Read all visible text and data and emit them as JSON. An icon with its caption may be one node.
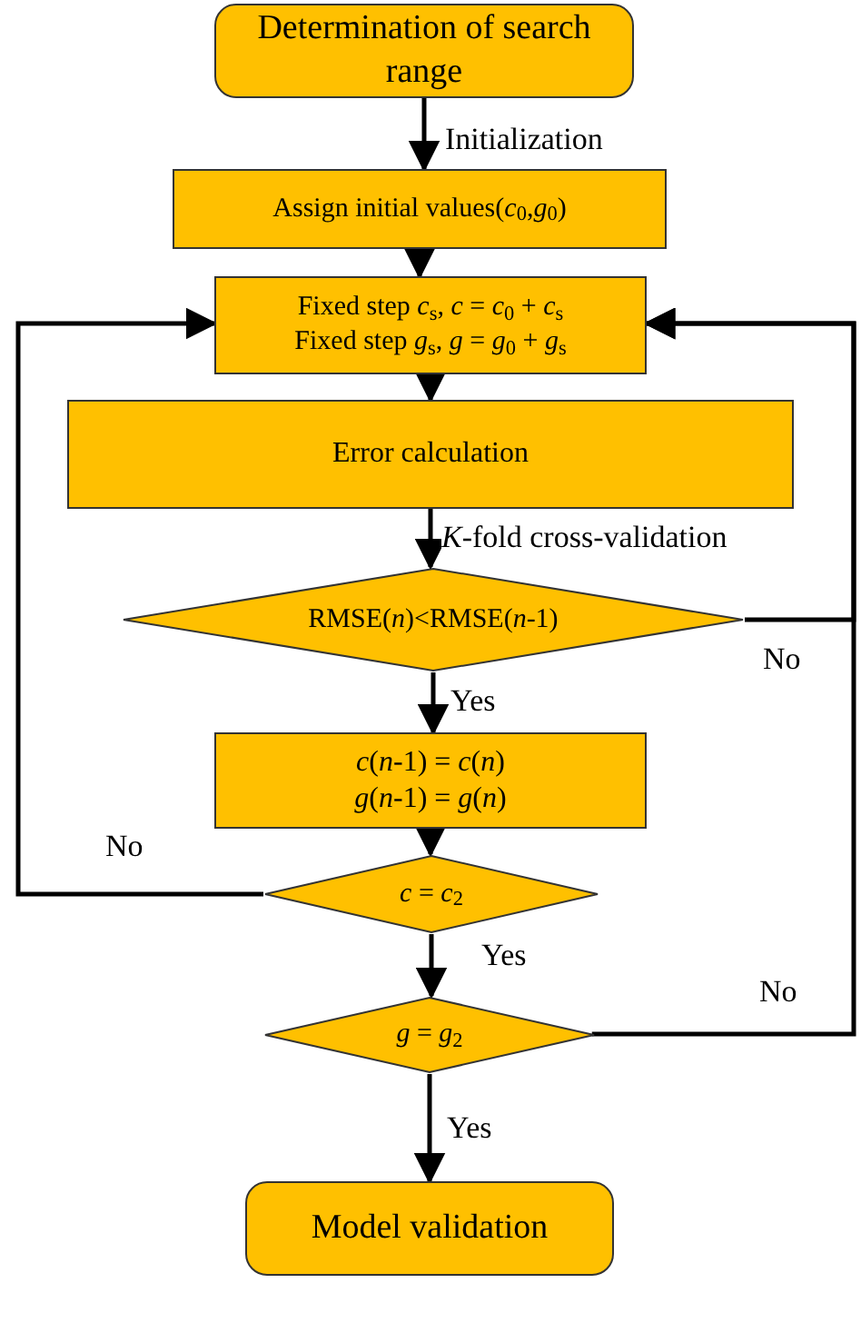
{
  "diagram": {
    "nodes": [
      {
        "text": [
          "Determination of search range"
        ]
      },
      {
        "text": [
          "Assign initial values(*c*$_{0}$,*g*$_{0}$)"
        ]
      },
      {
        "text": [
          "Fixed step *c*$_{s}$, *c* = *c*$_{0}$ + *c*$_{s}$",
          "Fixed step *g*$_{s}$, *g* = *g*$_{0}$ + *g*$_{s}$"
        ]
      },
      {
        "text": [
          "Error calculation"
        ]
      },
      {
        "text": [
          "RMSE(*n*)<RMSE(*n*-1)"
        ]
      },
      {
        "text": [
          "*c*(*n*-1) = *c*(*n*)",
          "*g*(*n*-1) = *g*(*n*)"
        ]
      },
      {
        "text": [
          "*c* = *c*$_{2}$"
        ]
      },
      {
        "text": [
          "*g* = *g*$_{2}$"
        ]
      },
      {
        "text": [
          "Model validation"
        ]
      }
    ],
    "edges": [
      {
        "from": 0,
        "to": 1,
        "arrow": "to",
        "label": "Initialization"
      },
      {
        "from": 1,
        "to": 2,
        "arrow": "to"
      },
      {
        "from": 2,
        "to": 3,
        "arrow": "to"
      },
      {
        "from": 3,
        "to": 4,
        "arrow": "to",
        "label": "*K*-fold cross-validation"
      },
      {
        "from": 4,
        "to": 5,
        "arrow": "to",
        "label": "Yes"
      },
      {
        "from": 4,
        "to": 2,
        "arrow": "to",
        "label": "No"
      },
      {
        "from": 5,
        "to": 6,
        "arrow": "to"
      },
      {
        "from": 6,
        "to": 7,
        "arrow": "to",
        "label": "Yes"
      },
      {
        "from": 6,
        "to": 2,
        "arrow": "to",
        "label": "No"
      },
      {
        "from": 7,
        "to": 8,
        "arrow": "to",
        "label": "Yes"
      },
      {
        "from": 7,
        "to": 2,
        "arrow": "to",
        "label": "No"
      }
    ]
  }
}
